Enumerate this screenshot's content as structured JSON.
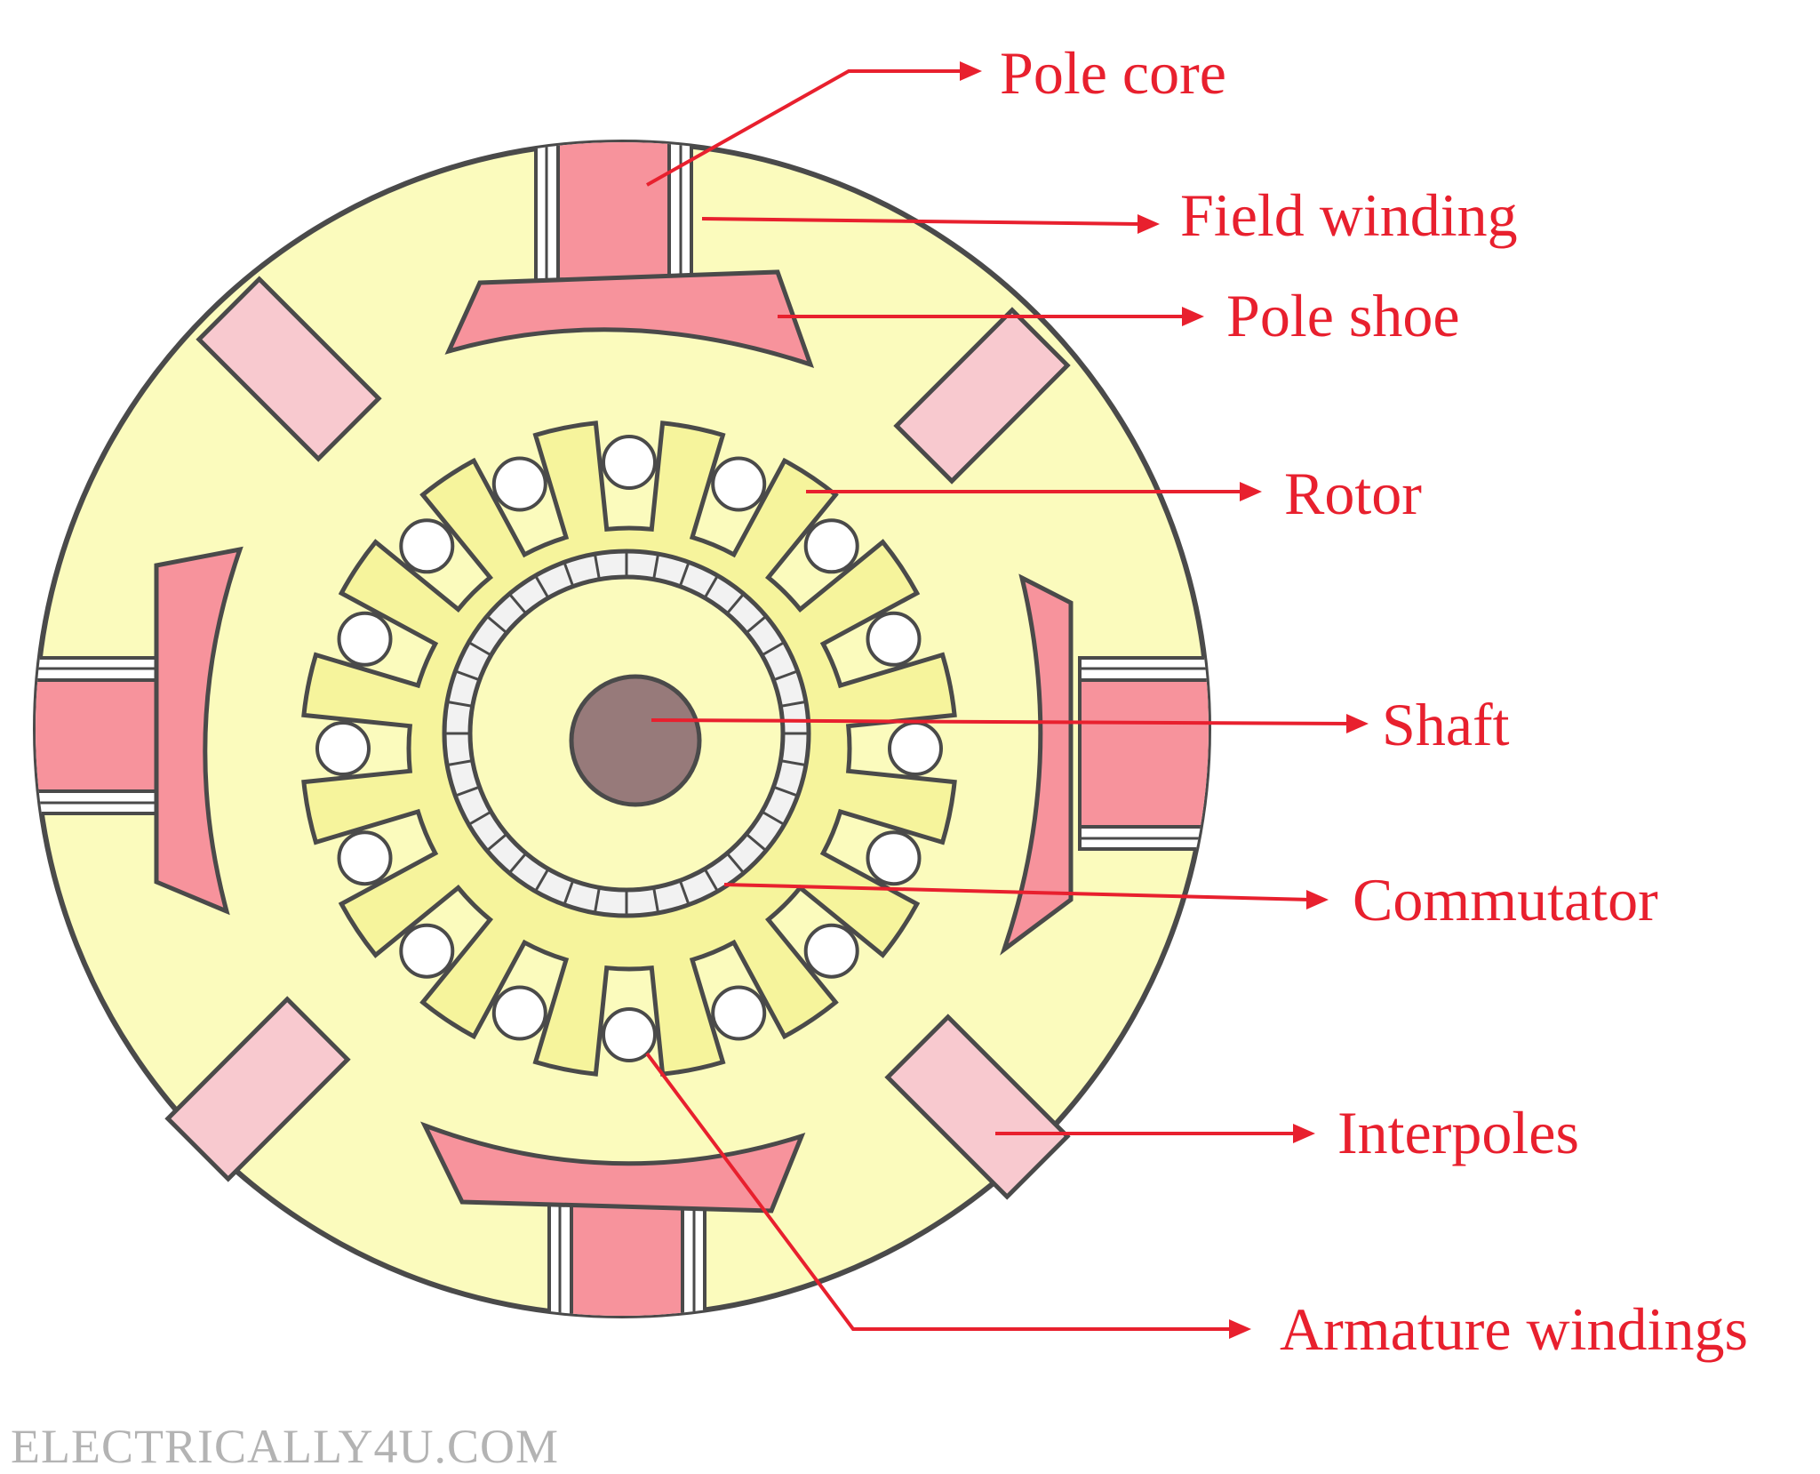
{
  "labels": {
    "pole_core": "Pole core",
    "field_winding": "Field winding",
    "pole_shoe": "Pole shoe",
    "rotor": "Rotor",
    "shaft": "Shaft",
    "commutator": "Commutator",
    "interpoles": "Interpoles",
    "armature_windings": "Armature windings"
  },
  "watermark": "ELECTRICALLY4U.COM",
  "colors": {
    "label": "#e8202e",
    "stator_fill": "#fbfbbd",
    "rotor_fill": "#f6f49c",
    "pole_fill": "#f7939c",
    "interpole_fill": "#f8c9cf",
    "shaft_fill": "#977a7a",
    "outline": "#4a4a4a",
    "winding_fill": "#ffffff",
    "watermark": "#b3b3b3"
  }
}
